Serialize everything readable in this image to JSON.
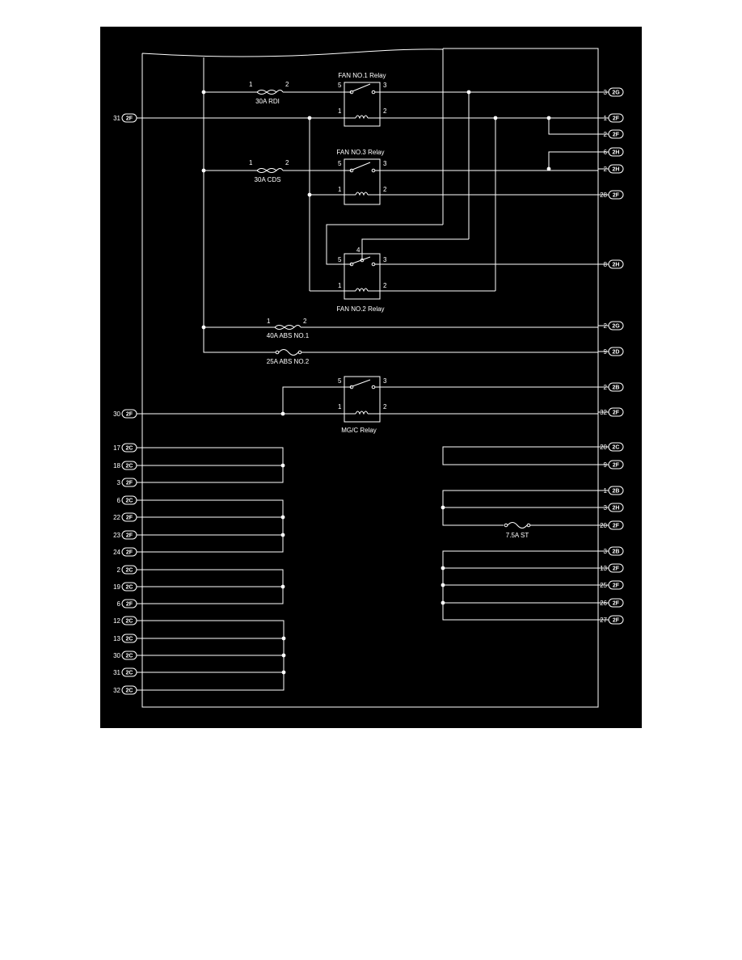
{
  "colors": {
    "background": "#000000",
    "line": "#ffffff",
    "page": "#ffffff"
  },
  "relays": {
    "fan1": {
      "title": "FAN NO.1 Relay",
      "pins": [
        "5",
        "3",
        "1",
        "2"
      ]
    },
    "fan3": {
      "title": "FAN NO.3 Relay",
      "pins": [
        "5",
        "3",
        "1",
        "2"
      ]
    },
    "fan2": {
      "title": "FAN NO.2 Relay",
      "pins": [
        "4",
        "5",
        "3",
        "1",
        "2"
      ]
    },
    "mgc": {
      "title": "MG/C Relay",
      "pins": [
        "5",
        "3",
        "1",
        "2"
      ]
    }
  },
  "fuses": {
    "rdi": {
      "label": "30A RDI",
      "pin_a": "1",
      "pin_b": "2"
    },
    "cds": {
      "label": "30A CDS",
      "pin_a": "1",
      "pin_b": "2"
    },
    "abs1": {
      "label": "40A ABS NO.1",
      "pin_a": "1",
      "pin_b": "2"
    },
    "abs2": {
      "label": "25A ABS NO.2"
    },
    "st": {
      "label": "7.5A ST"
    }
  },
  "left_connectors": [
    {
      "num": "31",
      "conn": "2F"
    },
    {
      "num": "30",
      "conn": "2F"
    },
    {
      "num": "17",
      "conn": "2C"
    },
    {
      "num": "18",
      "conn": "2C"
    },
    {
      "num": "3",
      "conn": "2F"
    },
    {
      "num": "6",
      "conn": "2C"
    },
    {
      "num": "22",
      "conn": "2F"
    },
    {
      "num": "23",
      "conn": "2F"
    },
    {
      "num": "24",
      "conn": "2F"
    },
    {
      "num": "2",
      "conn": "2C"
    },
    {
      "num": "19",
      "conn": "2C"
    },
    {
      "num": "6",
      "conn": "2F"
    },
    {
      "num": "12",
      "conn": "2C"
    },
    {
      "num": "13",
      "conn": "2C"
    },
    {
      "num": "30",
      "conn": "2C"
    },
    {
      "num": "31",
      "conn": "2C"
    },
    {
      "num": "32",
      "conn": "2C"
    }
  ],
  "right_connectors": [
    {
      "num": "3",
      "conn": "2G"
    },
    {
      "num": "1",
      "conn": "2F"
    },
    {
      "num": "2",
      "conn": "2F"
    },
    {
      "num": "6",
      "conn": "2H"
    },
    {
      "num": "2",
      "conn": "2H"
    },
    {
      "num": "28",
      "conn": "2F"
    },
    {
      "num": "8",
      "conn": "2H"
    },
    {
      "num": "2",
      "conn": "2G"
    },
    {
      "num": "9",
      "conn": "2D"
    },
    {
      "num": "2",
      "conn": "2B"
    },
    {
      "num": "32",
      "conn": "2F"
    },
    {
      "num": "20",
      "conn": "2C"
    },
    {
      "num": "9",
      "conn": "2F"
    },
    {
      "num": "1",
      "conn": "2B"
    },
    {
      "num": "3",
      "conn": "2H"
    },
    {
      "num": "20",
      "conn": "2F"
    },
    {
      "num": "3",
      "conn": "2B"
    },
    {
      "num": "13",
      "conn": "2F"
    },
    {
      "num": "25",
      "conn": "2F"
    },
    {
      "num": "26",
      "conn": "2F"
    },
    {
      "num": "27",
      "conn": "2F"
    }
  ]
}
